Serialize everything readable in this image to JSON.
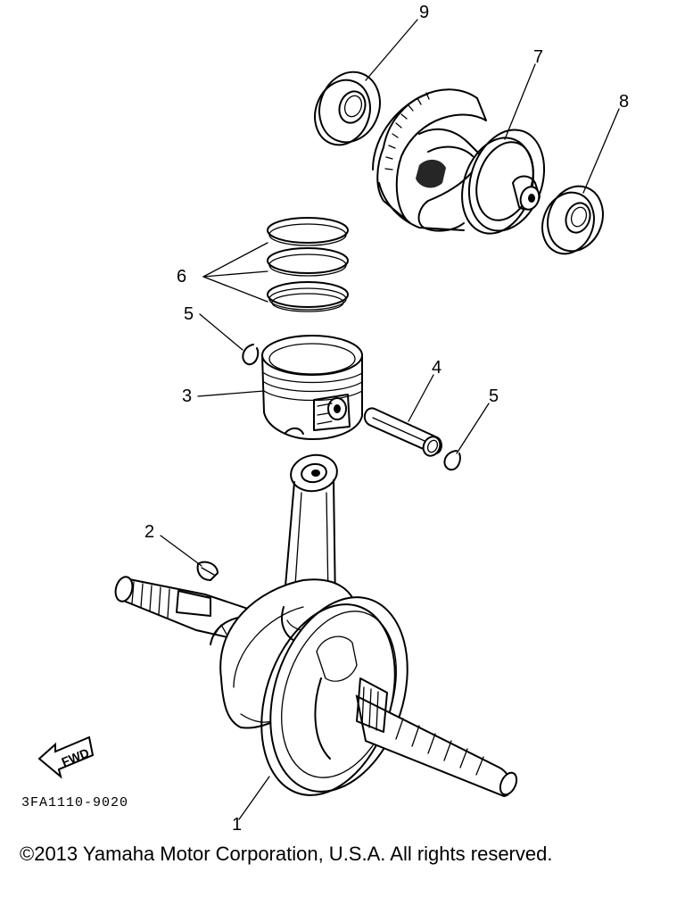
{
  "callouts": {
    "c1": "1",
    "c2": "2",
    "c3": "3",
    "c4": "4",
    "c5a": "5",
    "c5b": "5",
    "c6": "6",
    "c7": "7",
    "c8": "8",
    "c9": "9"
  },
  "fwd_label": "FWD",
  "part_code": "3FA1110-9020",
  "copyright": "©2013 Yamaha Motor Corporation, U.S.A. All rights reserved."
}
